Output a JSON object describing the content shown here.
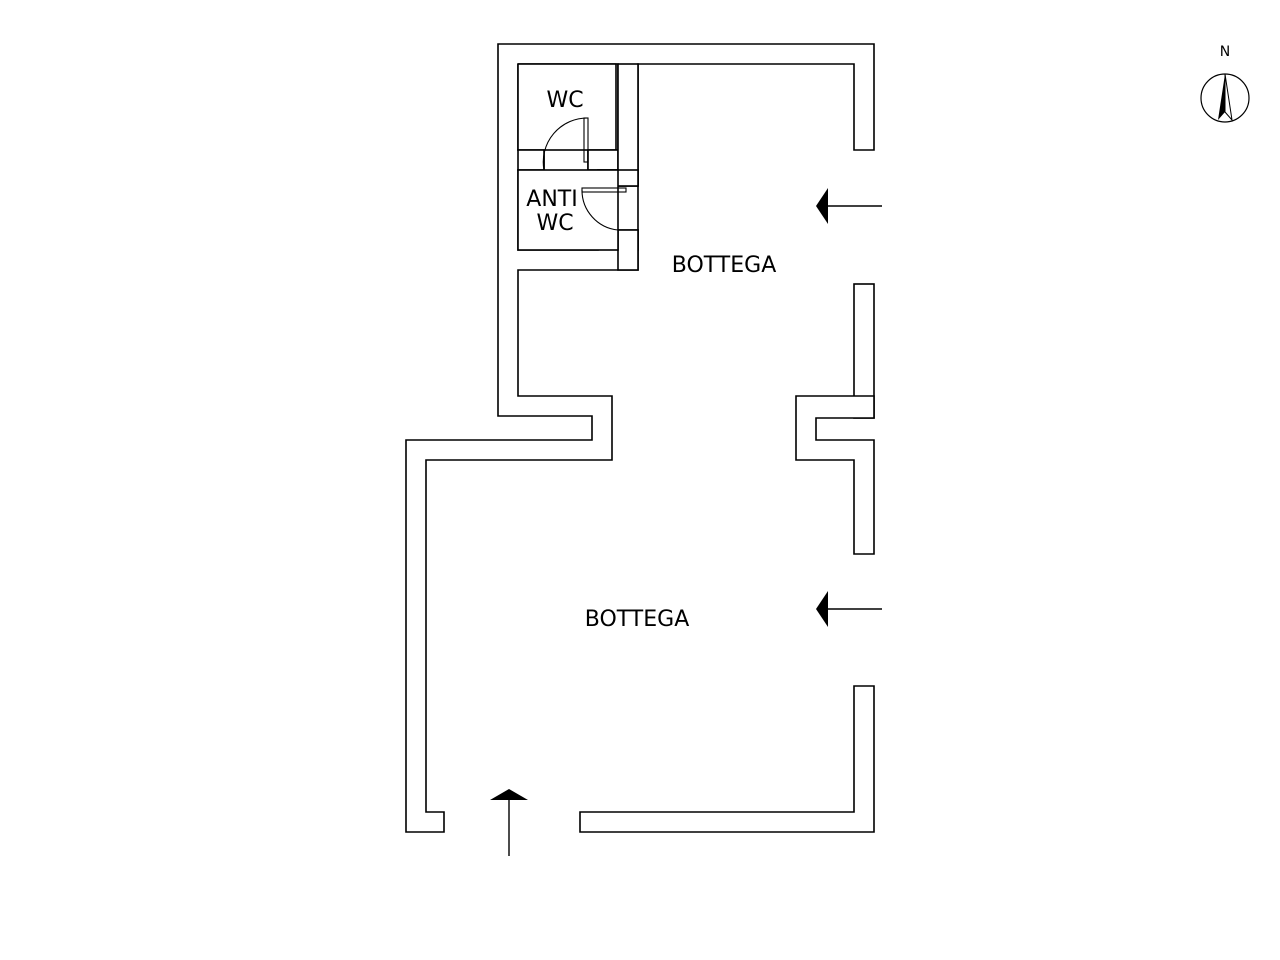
{
  "rooms": {
    "wc": "WC",
    "anti_wc_line1": "ANTI",
    "anti_wc_line2": "WC",
    "bottega_upper": "BOTTEGA",
    "bottega_lower": "BOTTEGA"
  },
  "compass": {
    "label": "N"
  },
  "colors": {
    "line": "#000000",
    "background": "#ffffff"
  }
}
